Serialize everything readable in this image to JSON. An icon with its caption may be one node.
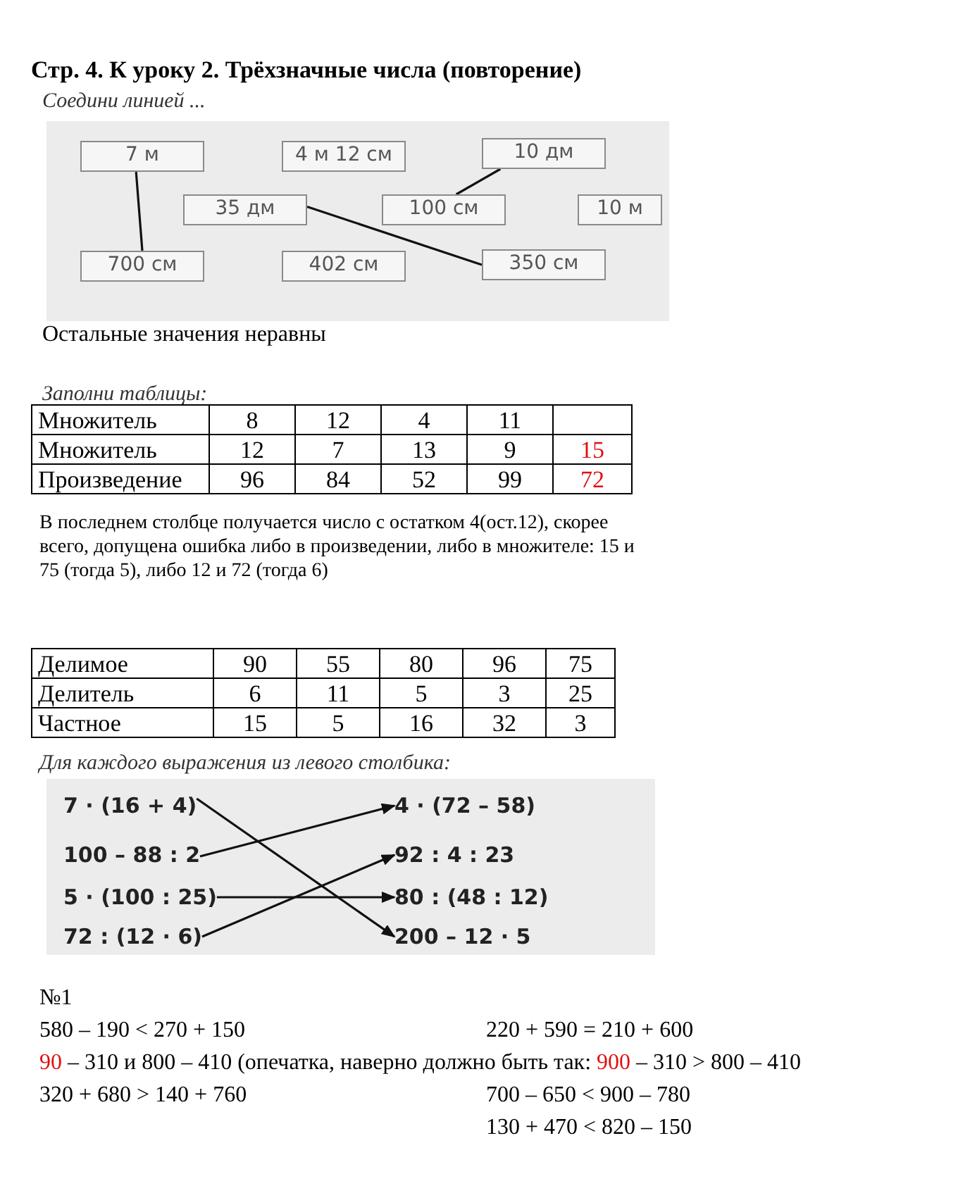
{
  "diagram": {
    "title": "Стр. 4. К уроку 2. Трёхзначные числа (повторение)",
    "nodes": [
      {
        "text": [
          "7 м"
        ]
      },
      {
        "text": [
          "4 м 12 см"
        ]
      },
      {
        "text": [
          "10 дм"
        ]
      },
      {
        "text": [
          "35 дм"
        ]
      },
      {
        "text": [
          "100 см"
        ]
      },
      {
        "text": [
          "10 м"
        ]
      },
      {
        "text": [
          "700 см"
        ]
      },
      {
        "text": [
          "402 см"
        ]
      },
      {
        "text": [
          "350 см"
        ]
      },
      {
        "text": [
          "7 · (16 + 4)"
        ]
      },
      {
        "text": [
          "100 – 88 : 2"
        ]
      },
      {
        "text": [
          "5 · (100 : 25)"
        ]
      },
      {
        "text": [
          "72 : (12 · 6)"
        ]
      },
      {
        "text": [
          "4 · (72 – 58)"
        ]
      },
      {
        "text": [
          "92 : 4 : 23"
        ]
      },
      {
        "text": [
          "80 : (48 : 12)"
        ]
      },
      {
        "text": [
          "200 – 12 · 5"
        ]
      }
    ],
    "edges": [
      {
        "from": 0,
        "to": 6,
        "arrow": "none"
      },
      {
        "from": 2,
        "to": 4,
        "arrow": "none"
      },
      {
        "from": 3,
        "to": 8,
        "arrow": "none"
      },
      {
        "from": 9,
        "to": 16,
        "arrow": "to"
      },
      {
        "from": 10,
        "to": 13,
        "arrow": "to"
      },
      {
        "from": 11,
        "to": 15,
        "arrow": "to"
      },
      {
        "from": 12,
        "to": 14,
        "arrow": "to"
      }
    ],
    "labels": [
      "Соедини линией ...",
      "Остальные значения неравны",
      "Заполни таблицы:",
      "Множитель",
      "8",
      "12",
      "4",
      "11",
      "Множитель",
      "12",
      "7",
      "13",
      "9",
      "15",
      "Произведение",
      "96",
      "84",
      "52",
      "99",
      "72",
      "В последнем столбце получается число с остатком 4(ост.12), скорее всего, допущена ошибка либо в произведении, либо в множителе: 15 и 75 (тогда 5), либо 12 и 72 (тогда 6)",
      "Делимое",
      "90",
      "55",
      "80",
      "96",
      "75",
      "Делитель",
      "6",
      "11",
      "5",
      "3",
      "25",
      "Частное",
      "15",
      "5",
      "16",
      "32",
      "3",
      "Для каждого выражения из левого столбика:",
      "№1",
      "580 – 190 < 270 + 150",
      "220 + 590 = 210 + 600",
      "90",
      "– 310 и 800 – 410 (опечатка, наверно должно быть так:",
      "900",
      "– 310 > 800 – 410",
      "320 + 680 > 140 + 760",
      "700 – 650 < 900 – 780",
      "130 + 470 < 820 – 150"
    ]
  }
}
